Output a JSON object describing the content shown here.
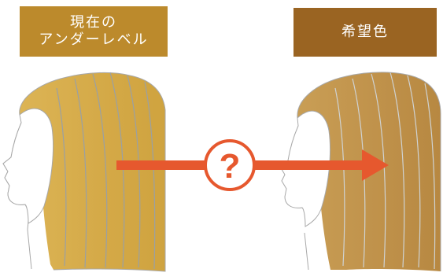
{
  "labels": {
    "current_line1": "現在の",
    "current_line2": "アンダーレベル",
    "target": "希望色"
  },
  "question_mark": "?",
  "colors": {
    "current_label_bg": "#bc8a2c",
    "target_label_bg": "#9a6422",
    "current_hair": "#d6ac4c",
    "target_hair": "#c1944c",
    "arrow": "#e6582e",
    "outline": "#a8a8a8"
  }
}
